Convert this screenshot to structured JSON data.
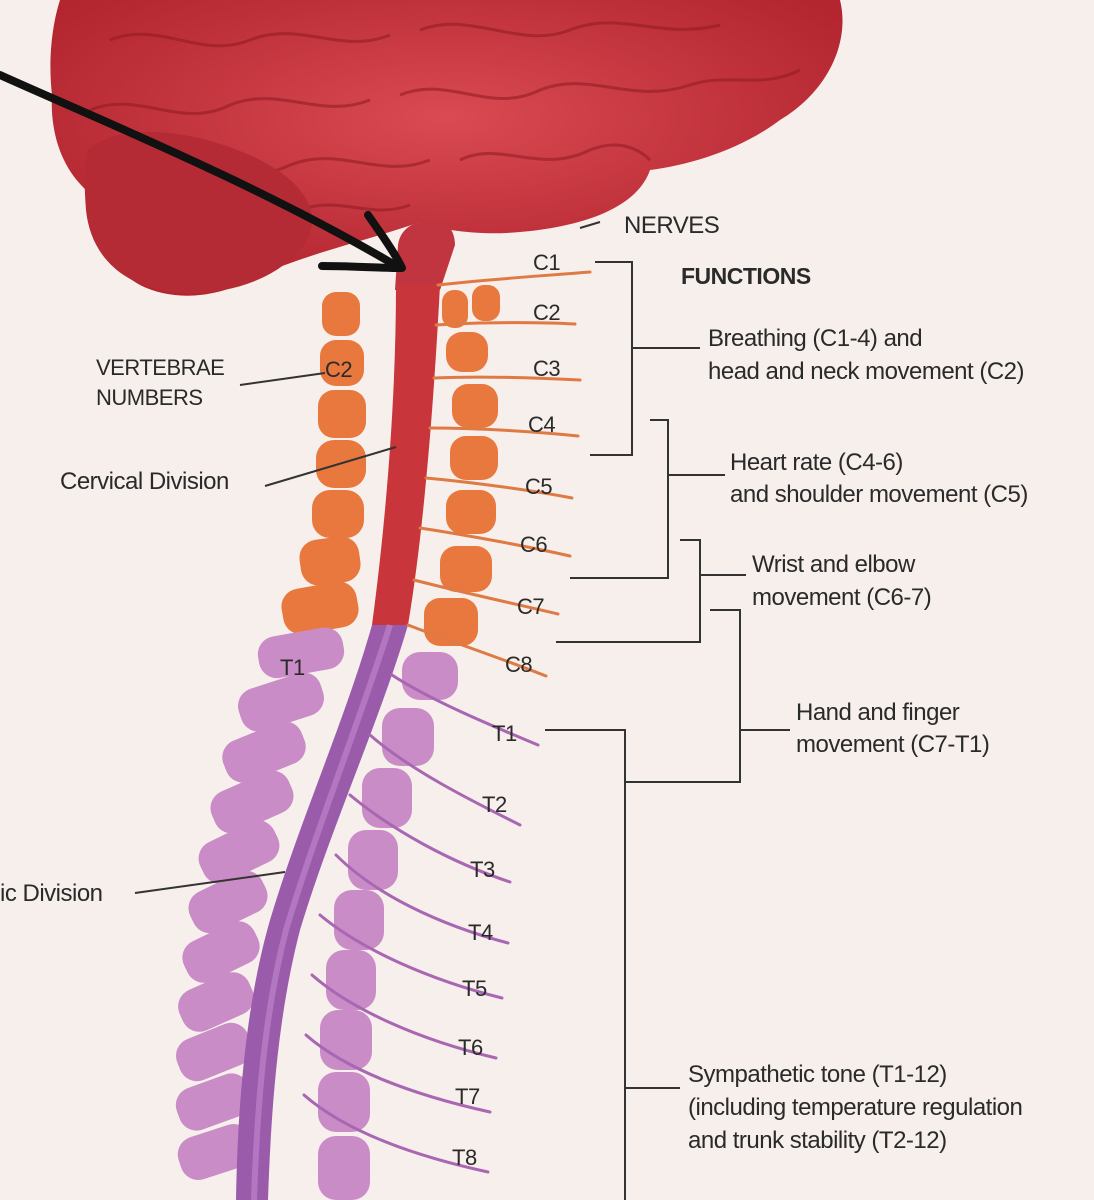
{
  "labels": {
    "nerves": "NERVES",
    "functions": "FUNCTIONS",
    "vertebrae_numbers_line1": "VERTEBRAE",
    "vertebrae_numbers_line2": "NUMBERS",
    "vertebra_c2": "C2",
    "vertebra_t1": "T1",
    "cervical_division": "Cervical Division",
    "thoracic_division_partial": "ic Division"
  },
  "nerves": {
    "cervical": [
      "C1",
      "C2",
      "C3",
      "C4",
      "C5",
      "C6",
      "C7",
      "C8"
    ],
    "thoracic": [
      "T1",
      "T2",
      "T3",
      "T4",
      "T5",
      "T6",
      "T7",
      "T8"
    ]
  },
  "functions": [
    {
      "line1": "Breathing (C1-4) and",
      "line2": "head and neck movement (C2)"
    },
    {
      "line1": "Heart rate (C4-6)",
      "line2": "and shoulder movement (C5)"
    },
    {
      "line1": "Wrist and elbow",
      "line2": "movement (C6-7)"
    },
    {
      "line1": "Hand and finger",
      "line2": "movement (C7-T1)"
    },
    {
      "line1": "Sympathetic tone (T1-12)",
      "line2": "(including temperature regulation",
      "line3": "and trunk stability (T2-12)"
    }
  ],
  "colors": {
    "brain": "#c4303a",
    "cord_cervical": "#c8353b",
    "cord_thoracic": "#9a5bab",
    "vertebra_cervical": "#e8783e",
    "vertebra_thoracic": "#c98cc7",
    "arrow": "#111111"
  }
}
